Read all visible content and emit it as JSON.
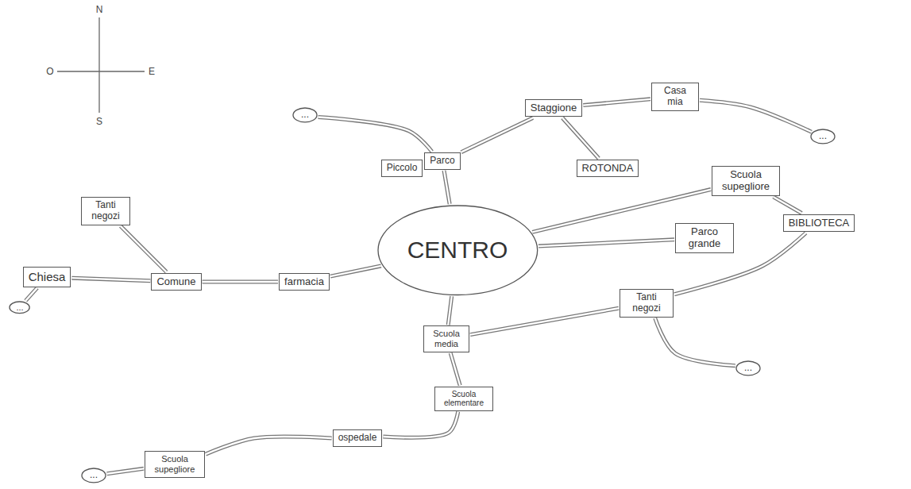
{
  "diagram": {
    "nodes": [
      {
        "text": [
          "..."
        ]
      },
      {
        "text": [
          "Staggione"
        ]
      },
      {
        "text": [
          "Casa mia"
        ]
      },
      {
        "text": [
          "..."
        ]
      },
      {
        "text": [
          "Piccolo"
        ]
      },
      {
        "text": [
          "Parco"
        ]
      },
      {
        "text": [
          "ROTONDA"
        ]
      },
      {
        "text": [
          "Scuola supegliore"
        ]
      },
      {
        "text": [
          "Tanti negozi"
        ]
      },
      {
        "text": [
          "BIBLIOTECA"
        ]
      },
      {
        "text": [
          "Parco grande"
        ]
      },
      {
        "text": [
          "CENTRO"
        ]
      },
      {
        "text": [
          "Chiesa"
        ]
      },
      {
        "text": [
          "Comune"
        ]
      },
      {
        "text": [
          "farmacia"
        ]
      },
      {
        "text": [
          "..."
        ]
      },
      {
        "text": [
          "Tanti negozi"
        ]
      },
      {
        "text": [
          "Scuola media"
        ]
      },
      {
        "text": [
          "..."
        ]
      },
      {
        "text": [
          "Scuola elementare"
        ]
      },
      {
        "text": [
          "ospedale"
        ]
      },
      {
        "text": [
          "Scuola supegliore"
        ]
      },
      {
        "text": [
          "..."
        ]
      }
    ],
    "edges": [
      {
        "from": 0,
        "to": 5,
        "arrow": "none"
      },
      {
        "from": 5,
        "to": 1,
        "arrow": "none"
      },
      {
        "from": 1,
        "to": 2,
        "arrow": "none"
      },
      {
        "from": 2,
        "to": 3,
        "arrow": "none"
      },
      {
        "from": 1,
        "to": 6,
        "arrow": "none"
      },
      {
        "from": 5,
        "to": 11,
        "arrow": "none"
      },
      {
        "from": 11,
        "to": 7,
        "arrow": "none"
      },
      {
        "from": 7,
        "to": 9,
        "arrow": "none"
      },
      {
        "from": 11,
        "to": 10,
        "arrow": "none"
      },
      {
        "from": 9,
        "to": 16,
        "arrow": "none"
      },
      {
        "from": 11,
        "to": 14,
        "arrow": "none"
      },
      {
        "from": 14,
        "to": 13,
        "arrow": "none"
      },
      {
        "from": 13,
        "to": 12,
        "arrow": "none"
      },
      {
        "from": 13,
        "to": 8,
        "arrow": "none"
      },
      {
        "from": 12,
        "to": 15,
        "arrow": "none"
      },
      {
        "from": 16,
        "to": 17,
        "arrow": "none"
      },
      {
        "from": 16,
        "to": 18,
        "arrow": "none"
      },
      {
        "from": 11,
        "to": 17,
        "arrow": "none"
      },
      {
        "from": 17,
        "to": 19,
        "arrow": "none"
      },
      {
        "from": 19,
        "to": 20,
        "arrow": "none"
      },
      {
        "from": 20,
        "to": 21,
        "arrow": "none"
      },
      {
        "from": 21,
        "to": 22,
        "arrow": "none"
      }
    ],
    "labels": [
      "N",
      "O",
      "E",
      "S"
    ]
  }
}
